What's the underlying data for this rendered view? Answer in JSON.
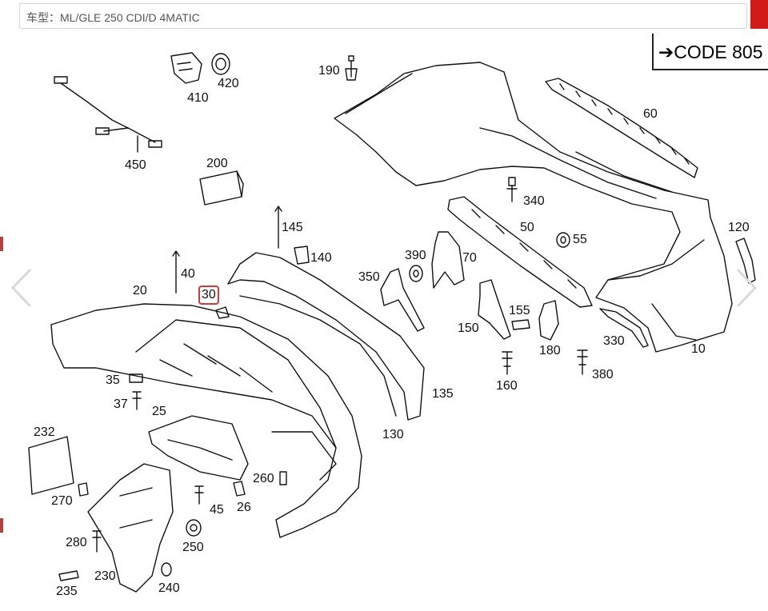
{
  "header": {
    "vehicle_label": "车型：",
    "vehicle_model": "ML/GLE 250 CDI/D 4MATIC"
  },
  "code_badge": {
    "arrow_icon": "arrow-right-icon",
    "text": "CODE 805"
  },
  "navigation": {
    "prev_icon": "chevron-left-icon",
    "next_icon": "chevron-right-icon"
  },
  "highlight_color": "#d23a3a",
  "close_color": "#d21a1a",
  "part_labels": {
    "p10": "10",
    "p20": "20",
    "p25": "25",
    "p26": "26",
    "p30": "30",
    "p35": "35",
    "p37": "37",
    "p40": "40",
    "p45": "45",
    "p50": "50",
    "p55": "55",
    "p60": "60",
    "p70": "70",
    "p120": "120",
    "p130": "130",
    "p135": "135",
    "p140": "140",
    "p145": "145",
    "p150": "150",
    "p155": "155",
    "p160": "160",
    "p180": "180",
    "p190": "190",
    "p200": "200",
    "p230": "230",
    "p232": "232",
    "p235": "235",
    "p240": "240",
    "p250": "250",
    "p260": "260",
    "p270": "270",
    "p280": "280",
    "p330": "330",
    "p340": "340",
    "p350": "350",
    "p380": "380",
    "p390": "390",
    "p410": "410",
    "p420": "420",
    "p450": "450"
  }
}
